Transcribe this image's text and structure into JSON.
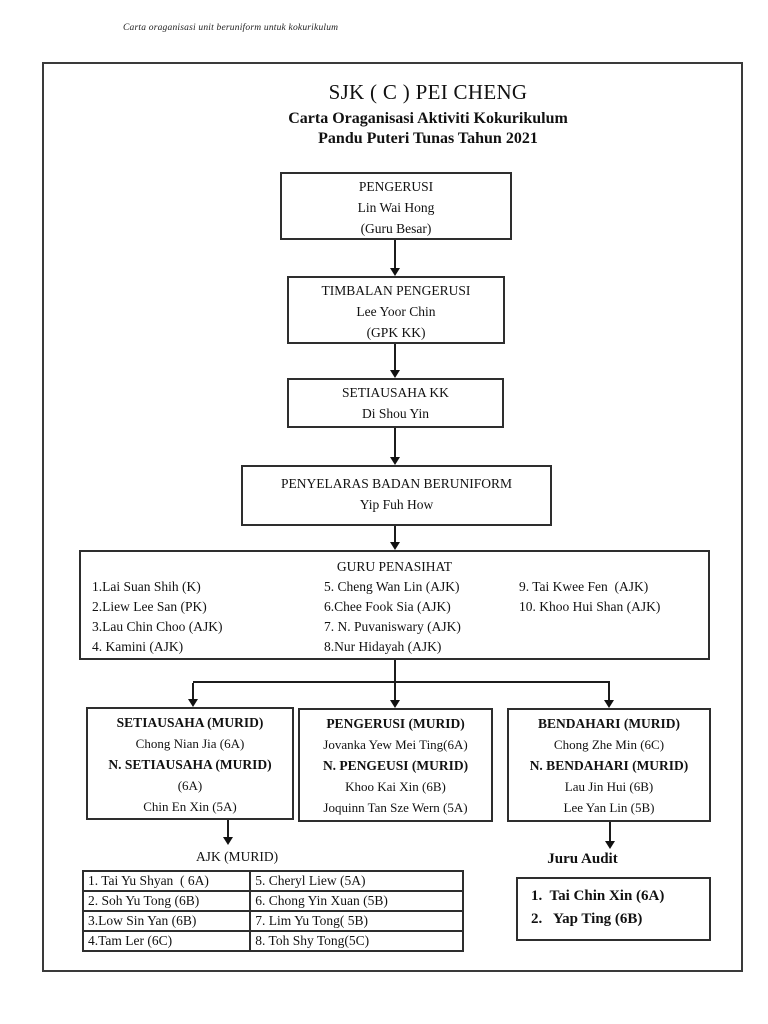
{
  "caption": "Carta oraganisasi unit beruniform untuk kokurikulum",
  "header": {
    "school": "SJK ( C ) PEI CHENG",
    "subtitle1": "Carta Oraganisasi Aktiviti Kokurikulum",
    "subtitle2": "Pandu Puteri Tunas Tahun 2021"
  },
  "chain": {
    "pengerusi": {
      "title": "PENGERUSI",
      "name": "Lin Wai Hong",
      "note": "(Guru Besar)"
    },
    "timbalan_pengerusi": {
      "title": "TIMBALAN PENGERUSI",
      "name": "Lee Yoor Chin",
      "note": "(GPK KK)"
    },
    "setiausaha_kk": {
      "title": "SETIAUSAHA KK",
      "name": "Di Shou Yin"
    },
    "penyelaras": {
      "title": "PENYELARAS BADAN BERUNIFORM",
      "name": "Yip Fuh How"
    }
  },
  "guru_penasihat": {
    "title": "GURU PENASIHAT",
    "col1": [
      "1.Lai Suan Shih (K)",
      "2.Liew Lee San (PK)",
      "3.Lau Chin Choo (AJK)",
      "4. Kamini (AJK)"
    ],
    "col2": [
      "5. Cheng Wan Lin (AJK)",
      "6.Chee Fook Sia (AJK)",
      "7. N. Puvaniswary (AJK)",
      "8.Nur Hidayah (AJK)"
    ],
    "col3": [
      "9. Tai Kwee Fen  (AJK)",
      "10. Khoo Hui Shan (AJK)"
    ]
  },
  "murid": {
    "setiausaha": {
      "lines": [
        "SETIAUSAHA (MURID)",
        "Chong Nian Jia (6A)",
        "N. SETIAUSAHA (MURID)",
        "(6A)",
        "Chin En Xin (5A)"
      ]
    },
    "pengerusi": {
      "lines": [
        "PENGERUSI (MURID)",
        "Jovanka Yew Mei Ting(6A)",
        "N. PENGEUSI (MURID)",
        "Khoo Kai Xin (6B)",
        "Joquinn Tan Sze Wern (5A)"
      ]
    },
    "bendahari": {
      "lines": [
        "BENDAHARI (MURID)",
        "Chong Zhe Min (6C)",
        "N. BENDAHARI (MURID)",
        "Lau Jin Hui (6B)",
        "Lee Yan Lin (5B)"
      ]
    }
  },
  "ajk_murid": {
    "title": "AJK (MURID)",
    "rows": [
      [
        "1. Tai Yu Shyan  ( 6A)",
        "5. Cheryl Liew (5A)"
      ],
      [
        "2. Soh Yu Tong (6B)",
        "6. Chong Yin Xuan (5B)"
      ],
      [
        "3.Low Sin Yan (6B)",
        "7. Lim Yu Tong( 5B)"
      ],
      [
        "4.Tam Ler (6C)",
        "8. Toh Shy Tong(5C)"
      ]
    ]
  },
  "juru_audit": {
    "title": "Juru Audit",
    "items": [
      "1.  Tai Chin Xin (6A)",
      "2.   Yap Ting (6B)"
    ]
  },
  "colors": {
    "text": "#111111",
    "line": "#1c1c1c",
    "border": "#2e2e2e",
    "background": "#ffffff"
  }
}
